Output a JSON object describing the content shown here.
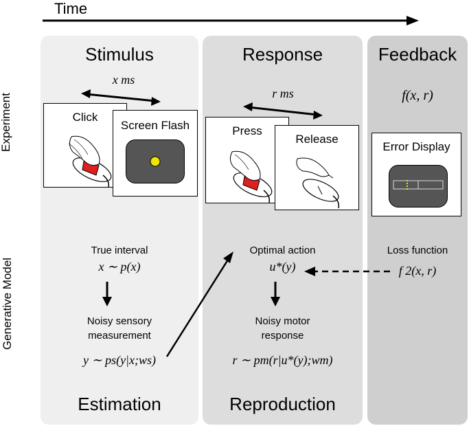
{
  "time_label": "Time",
  "row_labels": {
    "experiment": "Experiment",
    "generative_model": "Generative Model"
  },
  "stages": {
    "stimulus": {
      "title": "Stimulus",
      "bottom_label": "Estimation"
    },
    "response": {
      "title": "Response",
      "bottom_label": "Reproduction"
    },
    "feedback": {
      "title": "Feedback"
    }
  },
  "experiment": {
    "interval_x": "x  ms",
    "interval_r": "r  ms",
    "feedback_formula": "f(x,  r)",
    "cards": {
      "click": "Click",
      "screen_flash": "Screen Flash",
      "press": "Press",
      "release": "Release",
      "error_display": "Error Display"
    }
  },
  "model": {
    "true_interval_label": "True interval",
    "true_interval_formula": "x ∼ p(x)",
    "noisy_sensory_label_1": "Noisy sensory",
    "noisy_sensory_label_2": "measurement",
    "noisy_sensory_formula": "y ∼ ps(y|x;ws)",
    "optimal_action_label": "Optimal action",
    "optimal_action_formula": "u*(y)",
    "noisy_motor_label_1": "Noisy motor",
    "noisy_motor_label_2": "response",
    "noisy_motor_formula": "r ∼ pm(r|u*(y);wm)",
    "loss_label": "Loss function",
    "loss_formula": "f 2(x,  r)"
  },
  "colors": {
    "panel1": "#efefef",
    "panel2": "#dddddd",
    "panel3": "#cfcfcf",
    "flash_dot": "#f2e600",
    "mouse_button": "#e02020",
    "screen": "#555555"
  }
}
